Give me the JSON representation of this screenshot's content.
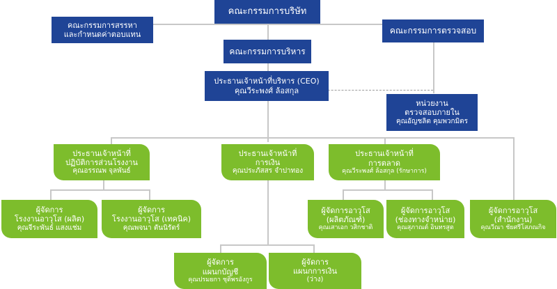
{
  "nodes": {
    "board": [
      "คณะกรรมการบริษัท"
    ],
    "nomination": [
      "คณะกรรมการสรรหา",
      "และกำหนดค่าตอบแทน"
    ],
    "audit_committee": [
      "คณะกรรมการตรวจสอบ"
    ],
    "executive_committee": [
      "คณะกรรมการบริหาร"
    ],
    "ceo": [
      "ประธานเจ้าหน้าที่บริหาร (CEO)",
      "คุณวีระพงศ์ ล้อสกุล"
    ],
    "internal_audit": [
      "หน่วยงาน",
      "ตรวจสอบภายใน",
      "คุณอัญชลิต คุมพวกมิตร"
    ],
    "coo": [
      "ประธานเจ้าหน้าที่",
      "ปฏิบัติการส่วนโรงงาน",
      "คุณอรรณพ จุลพันธ์"
    ],
    "cfo": [
      "ประธานเจ้าหน้าที่",
      "การเงิน",
      "คุณประภัสสร จำปาทอง"
    ],
    "cmo": [
      "ประธานเจ้าหน้าที่",
      "การตลาด",
      "คุณวีระพงศ์ ล้อสกุล (รักษาการ)"
    ],
    "plant_production": [
      "ผู้จัดการ",
      "โรงงานอาวุโส (ผลิต)",
      "คุณจีระพันธ์ แสงแช่ม"
    ],
    "plant_technical": [
      "ผู้จัดการ",
      "โรงงานอาวุโส (เทคนิค)",
      "คุณพจนา ตันนิรัตร์"
    ],
    "accounting": [
      "ผู้จัดการ",
      "แผนกบัญชี",
      "คุณปรมยกา ชุติพรอังกูร"
    ],
    "finance": [
      "ผู้จัดการ",
      "แผนกการเงิน",
      "(ว่าง)"
    ],
    "product": [
      "ผู้จัดการอาวุโส",
      "(ผลิตภัณฑ์)",
      "คุณเสาเอก วสิกชาติ"
    ],
    "distribution": [
      "ผู้จัดการอาวุโส",
      "(ช่องทางจำหน่าย)",
      "คุณสุภาณต์ อินทรสูต"
    ],
    "office": [
      "ผู้จัดการอาวุโส",
      "(สำนักงาน)",
      "คุณวีณา ชัยศรีโสภณกิจ"
    ]
  },
  "colors": {
    "board_blue": "#1f4496",
    "manager_green": "#7dbd2c",
    "connector_grey": "#c7c7c7"
  }
}
